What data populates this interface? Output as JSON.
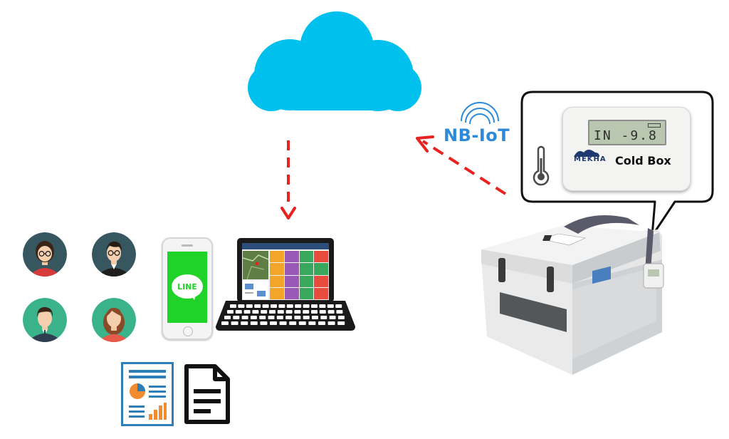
{
  "cloud": {
    "color": "#00c0ee"
  },
  "connection": {
    "label": "NB-IoT",
    "label_color": "#2c8ad8",
    "arrow_color": "#e8231f",
    "icon": "wifi-signal-icon"
  },
  "users": {
    "avatars": [
      "woman-with-glasses-avatar",
      "man-with-glasses-avatar",
      "man-in-suit-avatar",
      "woman-avatar"
    ]
  },
  "phone": {
    "app_label": "LINE",
    "app_color": "#1fd329"
  },
  "laptop": {
    "dashboard_colors": [
      "#f2a52a",
      "#9b59b6",
      "#3aa85c",
      "#e74c3c",
      "#f2a52a",
      "#9b59b6",
      "#3aa85c",
      "#3aa85c",
      "#f2a52a",
      "#9b59b6",
      "#3aa85c",
      "#e74c3c",
      "#f2a52a",
      "#9b59b6",
      "#3aa85c",
      "#e74c3c"
    ]
  },
  "documents": {
    "report_icon": "report-chart-icon",
    "text_icon": "text-document-icon"
  },
  "sensor": {
    "lcd_reading": "IN  -9.8",
    "brand": "MEKHA",
    "product_name": "Cold Box",
    "icon": "thermometer-icon"
  },
  "coldbox": {
    "icon": "cold-box-container-icon"
  }
}
